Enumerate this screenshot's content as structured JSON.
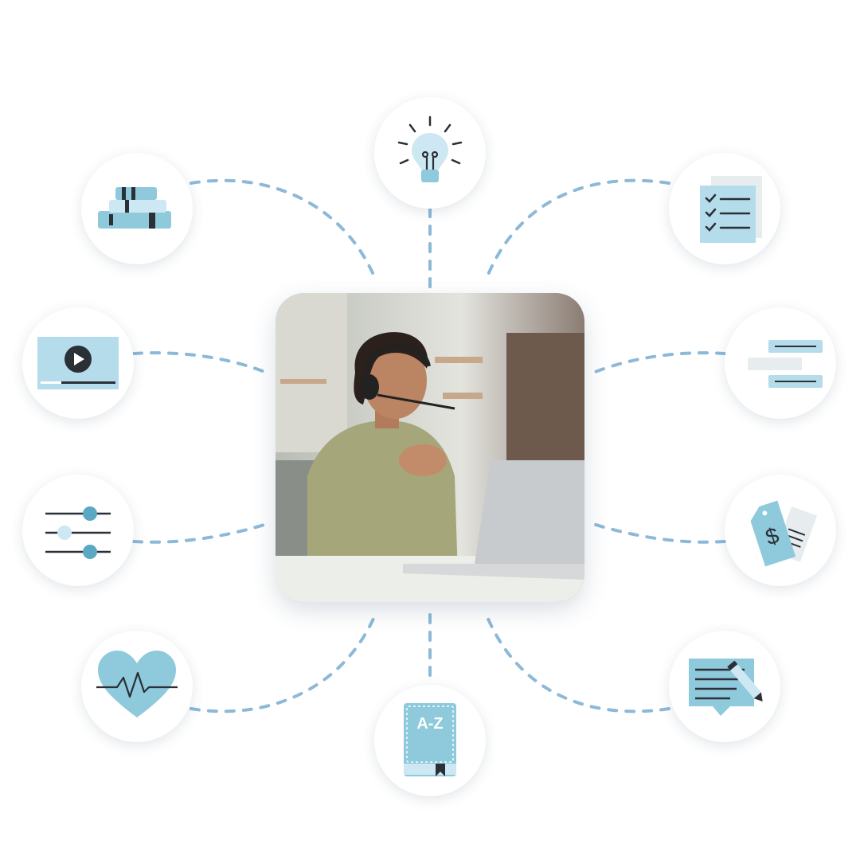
{
  "center": {
    "image": "woman-with-headset-at-laptop-photo"
  },
  "nodes": [
    {
      "id": "books",
      "icon": "books-stack-icon"
    },
    {
      "id": "idea",
      "icon": "lightbulb-icon"
    },
    {
      "id": "checklist",
      "icon": "checklist-icon"
    },
    {
      "id": "video",
      "icon": "video-player-icon"
    },
    {
      "id": "text-lines",
      "icon": "text-lines-icon"
    },
    {
      "id": "settings",
      "icon": "sliders-icon"
    },
    {
      "id": "pricing",
      "icon": "price-tags-icon"
    },
    {
      "id": "health",
      "icon": "heartbeat-icon"
    },
    {
      "id": "glossary",
      "icon": "glossary-book-icon",
      "label": "A-Z"
    },
    {
      "id": "notes",
      "icon": "note-pencil-icon"
    }
  ],
  "colors": {
    "accent": "#8ec9dc",
    "accent_dark": "#5aa8c4",
    "ink": "#2b2f36",
    "line": "#8db9d8",
    "paper": "#e7ecef"
  }
}
